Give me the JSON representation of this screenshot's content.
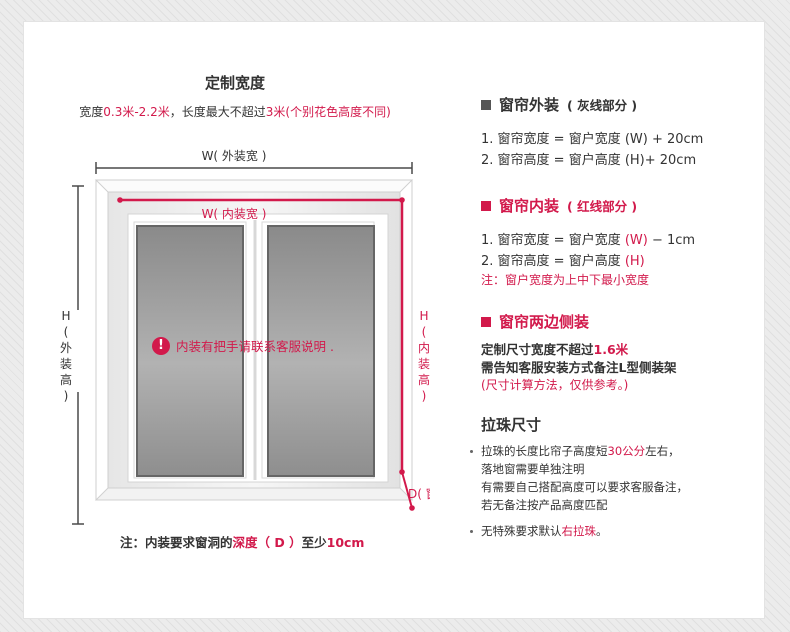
{
  "left": {
    "title": "定制宽度",
    "width_line": {
      "p1": "宽度",
      "p2": "0.3米-2.2米",
      "p3": "，长度最大不超过",
      "p4": "3米(个别花色高度不同)"
    },
    "labels": {
      "w_outer": "W( 外装宽 )",
      "w_inner": "W( 内装宽 )",
      "h_outer": "H ( 外 装 高 )",
      "h_inner": "H ( 内 装 高 )",
      "d_label": "D( 窗洞 )"
    },
    "warning_icon": "!",
    "warning": "内装有把手请联系客服说明 .",
    "bottom_note": {
      "p1": "注：内装要求窗洞的",
      "p2": "深度（ D ）",
      "p3": "至少",
      "p4": "10cm"
    }
  },
  "right": {
    "outer": {
      "title": "窗帘外装",
      "sub": "( 灰线部分 )",
      "line1": "1. 窗帘宽度 = 窗户宽度 (W) + 20cm",
      "line2": "2. 窗帘高度 = 窗户高度 (H)+ 20cm"
    },
    "inner": {
      "title": "窗帘内装",
      "sub": "( 红线部分 )",
      "line1_a": "1. 窗帘宽度 = 窗户宽度 ",
      "line1_b": "(W)",
      "line1_c": " − 1cm",
      "line2_a": "2. 窗帘高度 = 窗户高度 ",
      "line2_b": "(H)",
      "note": "注：窗户宽度为上中下最小宽度"
    },
    "side": {
      "title": "窗帘两边侧装",
      "line1_a": "定制尺寸宽度不超过",
      "line1_b": "1.6米",
      "line2": "需告知客服安装方式备注L型侧装架",
      "line3": "(尺寸计算方法，仅供参考。)"
    },
    "pull": {
      "title": "拉珠尺寸",
      "b1_l1_a": "拉珠的长度比帘子高度短",
      "b1_l1_b": "30公分",
      "b1_l1_c": "左右，",
      "b1_l2": "落地窗需要单独注明",
      "b1_l3": "有需要自己搭配高度可以要求客服备注，",
      "b1_l4": "若无备注按产品高度匹配",
      "b2_a": "无特殊要求默认",
      "b2_b": "右拉珠",
      "b2_c": "。"
    }
  },
  "colors": {
    "accent_red": "#d2194b",
    "gray_square": "#555555",
    "line_gray": "#4a4a4a"
  }
}
